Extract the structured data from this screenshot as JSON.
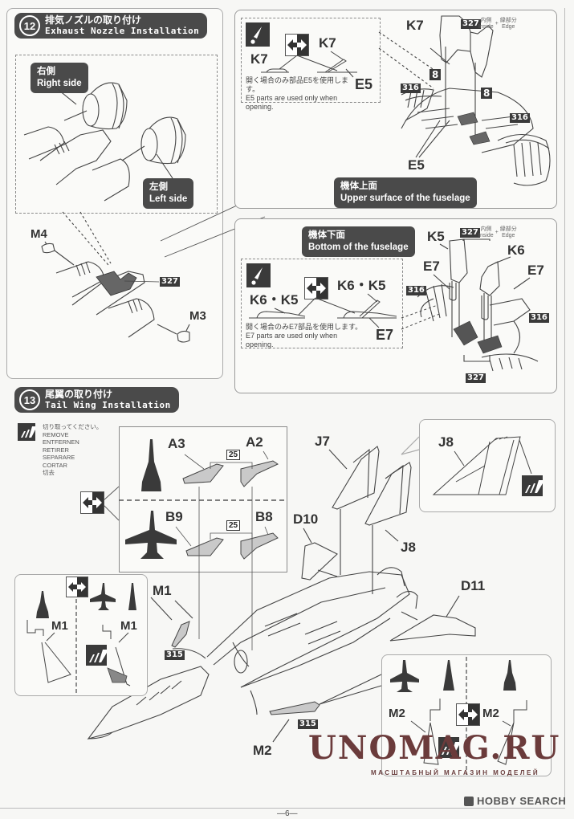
{
  "step12": {
    "number": "12",
    "title_jp": "排気ノズルの取り付け",
    "title_en": "Exhaust Nozzle Installation",
    "right_side_jp": "右側",
    "right_side_en": "Right side",
    "left_side_jp": "左側",
    "left_side_en": "Left side",
    "parts": {
      "m4": "M4",
      "m3": "M3"
    },
    "color_code": "327"
  },
  "upper_panel": {
    "label_jp": "機体上面",
    "label_en": "Upper surface of the fuselage",
    "k7_closed": "K7",
    "k7_open": "K7",
    "k7_main": "K7",
    "e5_note_part": "E5",
    "e5_main": "E5",
    "note_jp": "開く場合のみ部品E5を使用します。",
    "note_en": "E5 parts are used only when opening.",
    "code_327": "327",
    "code_316a": "316",
    "code_316b": "316",
    "code_8a": "8",
    "code_8b": "8",
    "inside_jp": "内側",
    "inside_en": "Inside",
    "plus": "+",
    "edge_jp": "縁部分",
    "edge_en": "Edge"
  },
  "bottom_panel": {
    "label_jp": "機体下面",
    "label_en": "Bottom of the fuselage",
    "k6k5_closed": "K6・K5",
    "k6k5_open": "K6・K5",
    "e7_note_part": "E7",
    "note_jp": "開く場合のみE7部品を使用します。",
    "note_en": "E7 parts are used only when opening.",
    "k5": "K5",
    "k6": "K6",
    "e7_left": "E7",
    "e7_right": "E7",
    "code_327_top": "327",
    "code_327_bottom": "327",
    "code_316_left": "316",
    "code_316_right": "316",
    "inside_jp": "内側",
    "inside_en": "Inside",
    "plus": "+",
    "edge_jp": "縁部分",
    "edge_en": "Edge"
  },
  "step13": {
    "number": "13",
    "title_jp": "尾翼の取り付け",
    "title_en": "Tail Wing Installation",
    "remove_legend": [
      "切り取ってください。",
      "REMOVE",
      "ENTFERNEN",
      "RETIRER",
      "SEPARARE",
      "CORTAR",
      "切去"
    ],
    "stabilizers": {
      "a3": "A3",
      "a2": "A2",
      "b9": "B9",
      "b8": "B8",
      "code_top": "25",
      "code_bottom": "25"
    },
    "tails": {
      "j7": "J7",
      "j8": "J8",
      "j8_detail": "J8"
    },
    "fins": {
      "d10": "D10",
      "d11": "D11"
    },
    "m1_main": "M1",
    "m1_left": "M1",
    "m1_right": "M1",
    "code_315_m1": "315",
    "m2_main": "M2",
    "m2_left": "M2",
    "m2_right": "M2",
    "code_315_m2": "315"
  },
  "footer": {
    "page_number": "—6—",
    "brand": "HOBBY SEARCH",
    "watermark": "UNOMAG.RU",
    "watermark_sub": "МАСШТАБНЫЙ МАГАЗИН МОДЕЛЕЙ"
  },
  "colors": {
    "banner_bg": "#4a4a4a",
    "part_gray": "#c9c9c9",
    "silhouette": "#3a3a3a",
    "watermark": "#6b3b3b"
  }
}
